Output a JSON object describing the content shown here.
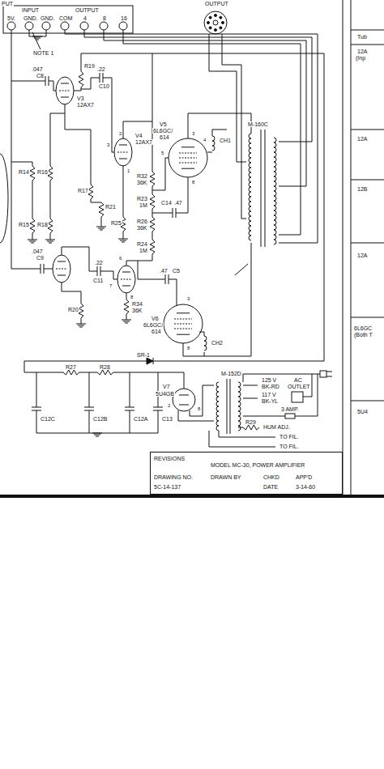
{
  "diagram": {
    "nodes": [
      {
        "text": [
          "REVISIONS",
          "MODEL MC-30, POWER AMPLIFIER",
          "DRAWN BY",
          "CHKD",
          "APP'D",
          "DATE",
          "3-14-60",
          "DRAWING NO.",
          "5C-14-137"
        ]
      }
    ],
    "labels": [
      "PUT",
      "INPUT",
      "OUTPUT",
      "5V.",
      "GND.",
      "GND.",
      "COM",
      "4",
      "8",
      "16",
      "NOTE 1",
      "OUTPUT",
      "R19",
      ".22",
      "C10",
      ".047",
      "C8",
      "V4",
      "12AX7",
      "V3",
      "12AX7",
      "V5",
      "6L6GC/",
      "614",
      "CH1",
      "C14",
      ".47",
      "R21",
      "R32",
      "36K",
      "R23",
      "1M",
      "R26",
      "36K",
      "R24",
      "1M",
      "R34",
      "36K",
      "R25",
      "R17",
      "R14",
      "R16",
      "R15",
      "R18",
      ".047",
      "C9",
      ".22",
      "C11",
      ".47",
      "C5",
      "R20",
      "V6",
      "6L6GC/",
      "614",
      "CH2",
      "M-160C",
      "R27",
      "R28",
      "C12C",
      "C12B",
      "C12A",
      "C13",
      "SR-1",
      "V7",
      "5U4GB",
      "M-152D",
      "125 V",
      "BK-RD",
      "117 V",
      "BK-YL",
      "AC",
      "OUTLET",
      "3 AMP.",
      "R29",
      "HUM ADJ.",
      "TO FIL.",
      "TO FIL.",
      "Tub",
      "12A",
      "(Inp",
      "12A",
      "12B",
      "12A",
      "6L6GC",
      "(Both T",
      "5U4",
      "2",
      "3",
      "1",
      "6",
      "7",
      "8",
      "5",
      "4",
      "3",
      "8",
      "3",
      "8",
      "2",
      "8"
    ]
  }
}
